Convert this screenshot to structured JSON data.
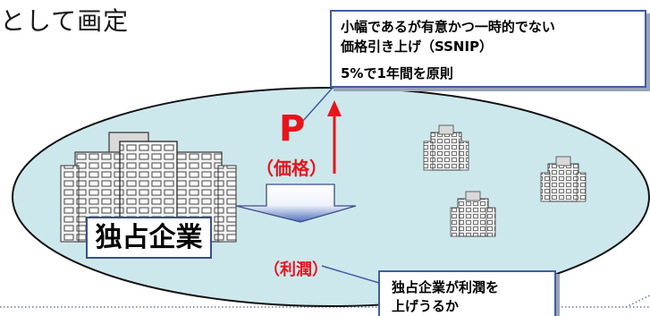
{
  "title_fragment": "として画定",
  "callout_top": {
    "line1": "小幅であるが有意かつ一時的でない",
    "line2": "価格引き上げ（SSNIP）",
    "rule": "5%で1年間を原則"
  },
  "price_symbol": "P",
  "price_label": "（価格）",
  "profit_label": "（利潤）",
  "monopoly_label": "独占企業",
  "callout_bottom": {
    "line1": "独占企業が利潤を",
    "line2": "上げうるか"
  },
  "colors": {
    "market_fill": "#cde8ec",
    "emphasis": "#e8141c",
    "box_border": "#3f5ea3"
  },
  "icons": [
    "office-building-icon"
  ]
}
